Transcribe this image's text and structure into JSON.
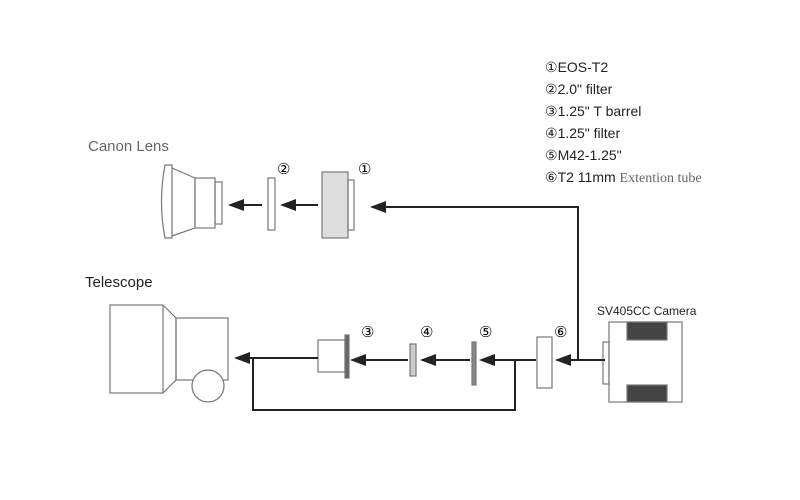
{
  "legend": [
    {
      "num": "①",
      "text": "EOS-T2"
    },
    {
      "num": "②",
      "text": "2.0\" filter"
    },
    {
      "num": "③",
      "text": "1.25\" T barrel"
    },
    {
      "num": "④",
      "text": "1.25\" filter"
    },
    {
      "num": "⑤",
      "text": "M42-1.25\""
    },
    {
      "num": "⑥",
      "text": "T2 11mm",
      "extra": "Extention tube"
    }
  ],
  "labels": {
    "canon": "Canon Lens",
    "telescope": "Telescope",
    "camera": "SV405CC Camera"
  },
  "markers": [
    "①",
    "②",
    "③",
    "④",
    "⑤",
    "⑥"
  ],
  "colors": {
    "line": "#222222",
    "outline": "#777777"
  }
}
